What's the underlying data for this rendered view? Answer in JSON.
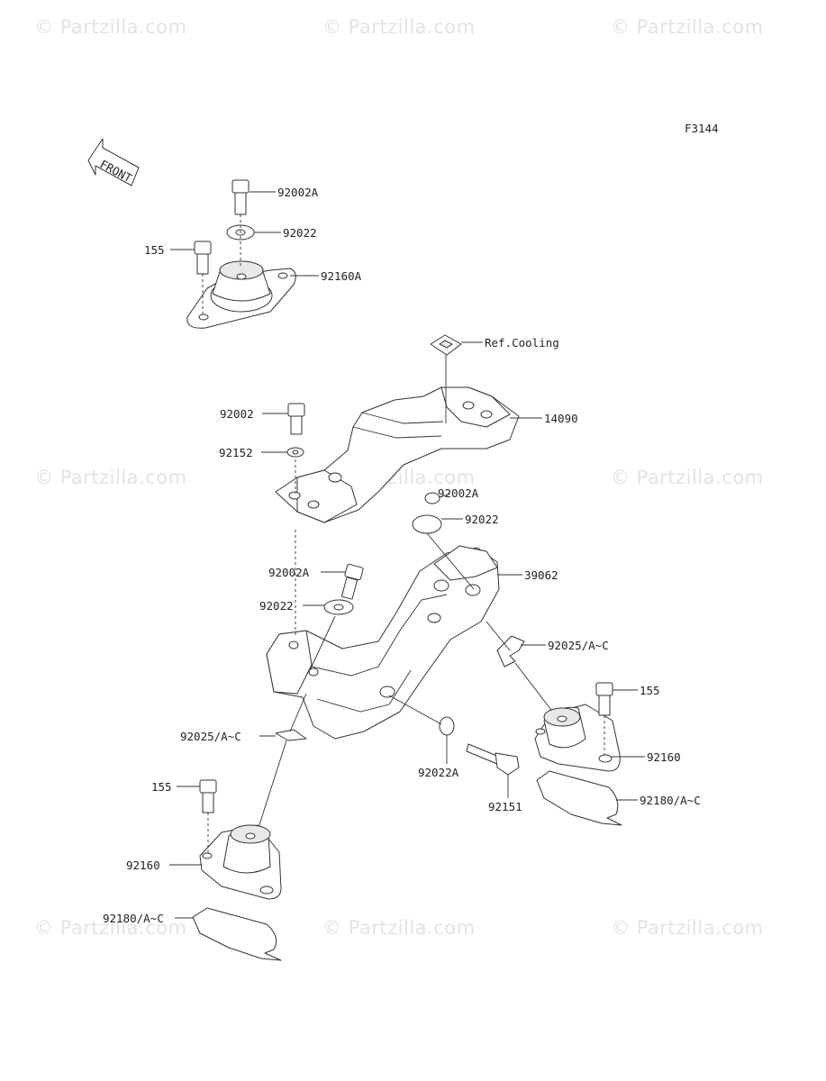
{
  "watermarks": [
    "© Partzilla.com",
    "© Partzilla.com",
    "© Partzilla.com",
    "© Partzilla.com",
    "© Partzilla.com",
    "© Partzilla.com",
    "© Partzilla.com",
    "© Partzilla.com",
    "© Partzilla.com"
  ],
  "diagram_code": "F3144",
  "front_label": "FRONT",
  "callouts": {
    "c92002A_top": "92002A",
    "c92022_top": "92022",
    "c155_top": "155",
    "c92160A": "92160A",
    "cRefCooling": "Ref.Cooling",
    "c92002": "92002",
    "c14090": "14090",
    "c92152": "92152",
    "c92002A_mid": "92002A",
    "c92022_mid": "92022",
    "c39062": "39062",
    "c92002A_left": "92002A",
    "c92022_left": "92022",
    "c92025_right": "92025/A~C",
    "c155_right": "155",
    "c92160_right": "92160",
    "c92180_right": "92180/A~C",
    "c92025_left": "92025/A~C",
    "c92022A": "92022A",
    "c92151": "92151",
    "c155_left": "155",
    "c92160_left": "92160",
    "c92180_left": "92180/A~C"
  }
}
